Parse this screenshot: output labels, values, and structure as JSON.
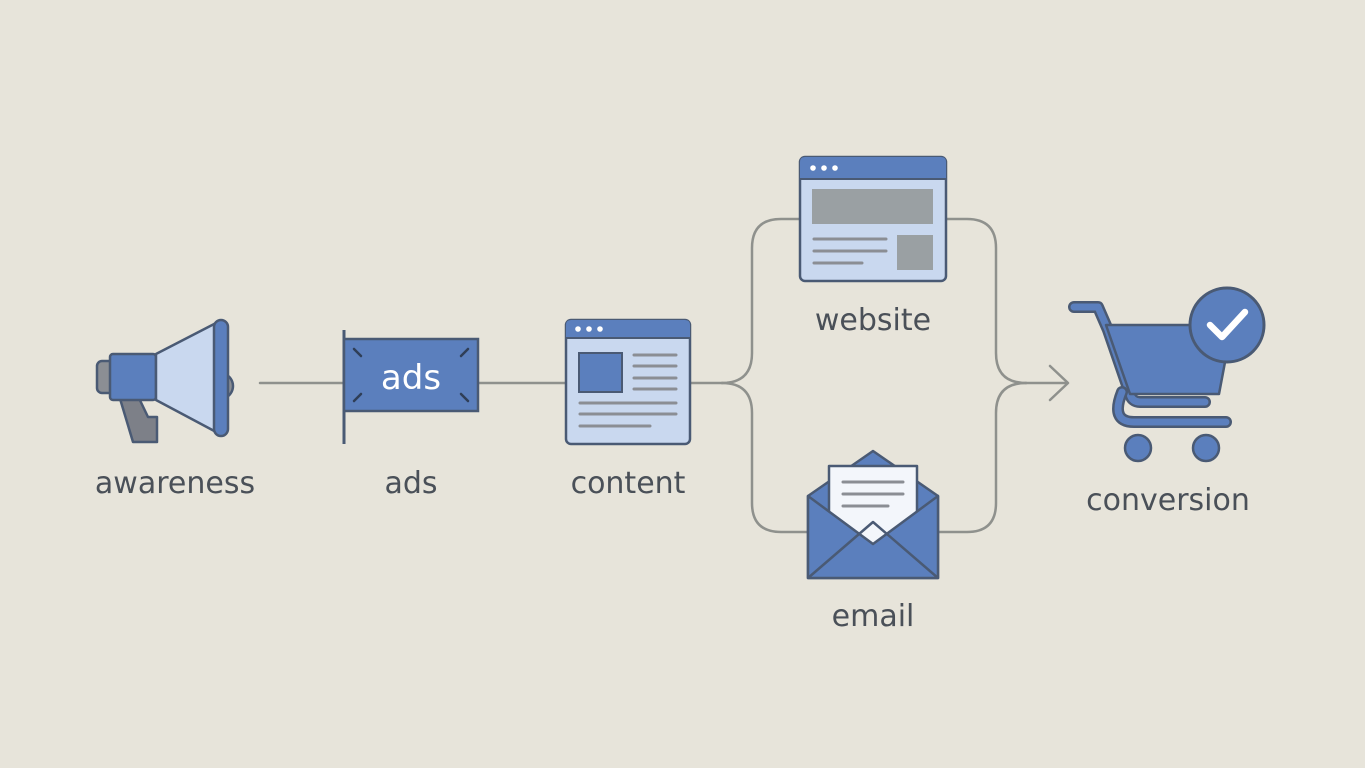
{
  "nodes": {
    "awareness": {
      "label": "awareness",
      "icon": "megaphone-icon"
    },
    "ads": {
      "label": "ads",
      "icon": "ads-banner-icon",
      "banner_text": "ads"
    },
    "content": {
      "label": "content",
      "icon": "article-page-icon"
    },
    "website": {
      "label": "website",
      "icon": "browser-window-icon"
    },
    "email": {
      "label": "email",
      "icon": "envelope-icon"
    },
    "conversion": {
      "label": "conversion",
      "icon": "shopping-cart-check-icon"
    }
  },
  "colors": {
    "background": "#e7e4da",
    "icon_fill": "#5b7fbd",
    "icon_light": "#c9d8ef",
    "outline": "#4a5a74",
    "connector": "#8f918d",
    "label": "#4a5058"
  }
}
